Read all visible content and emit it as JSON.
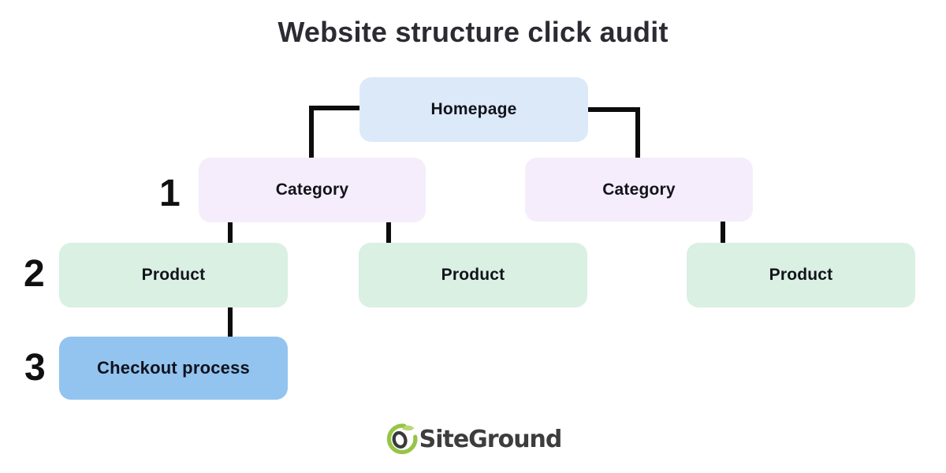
{
  "title": "Website structure click audit",
  "colors": {
    "background": "#ffffff",
    "homepage_fill": "#dce9f8",
    "category_fill": "#f5edfb",
    "product_fill": "#d9f0e3",
    "checkout_fill": "#93c4ef",
    "connector": "#0c0c0c",
    "label_text": "#13131c",
    "title_text": "#2b2b33",
    "brand_green": "#97c447",
    "brand_leaf_green": "#b9d877",
    "brand_dark": "#3d3d3d"
  },
  "levels": [
    {
      "number": "1"
    },
    {
      "number": "2"
    },
    {
      "number": "3"
    }
  ],
  "nodes": [
    {
      "id": "homepage",
      "label": "Homepage"
    },
    {
      "id": "category-left",
      "label": "Category"
    },
    {
      "id": "category-right",
      "label": "Category"
    },
    {
      "id": "product-1",
      "label": "Product"
    },
    {
      "id": "product-2",
      "label": "Product"
    },
    {
      "id": "product-3",
      "label": "Product"
    },
    {
      "id": "checkout",
      "label": "Checkout process"
    }
  ],
  "brand": {
    "name": "SiteGround"
  }
}
